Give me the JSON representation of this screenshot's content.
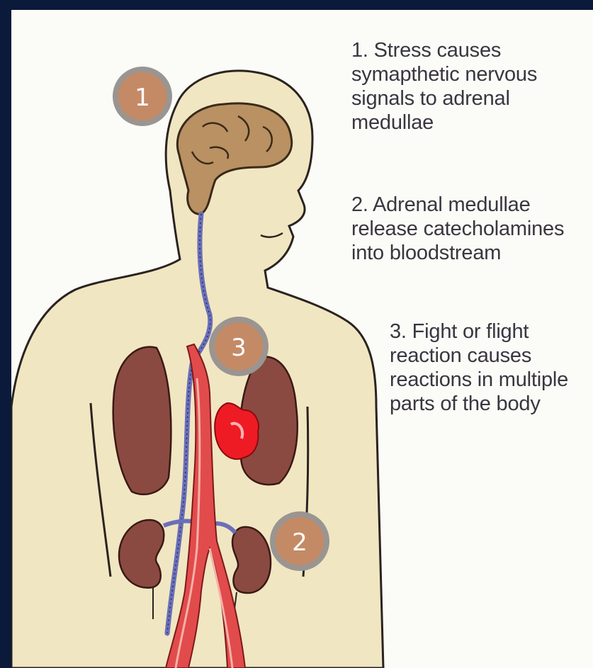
{
  "steps": [
    {
      "number": "1",
      "text": "1. Stress causes\nsymapthetic nervous\nsignals to adrenal\nmedullae"
    },
    {
      "number": "2",
      "text": "2. Adrenal medullae\nrelease catecholamines\ninto bloodstream"
    },
    {
      "number": "3",
      "text": "3. Fight or flight\nreaction causes\nreactions in multiple\nparts of the body"
    }
  ],
  "colors": {
    "frame_border": "#0b1a3a",
    "skin": "#f1e6c2",
    "brain": "#b99162",
    "organs": "#8a4a42",
    "artery": "#e24b4b",
    "vein": "#6a6fb8",
    "heart": "#ee1b24",
    "badge_fill": "#c48a66",
    "badge_ring": "#9a9591",
    "text": "#3a3640"
  },
  "icons": [
    "brain-icon",
    "lung-icon",
    "heart-icon",
    "kidney-icon",
    "aorta-icon",
    "nerve-icon"
  ]
}
